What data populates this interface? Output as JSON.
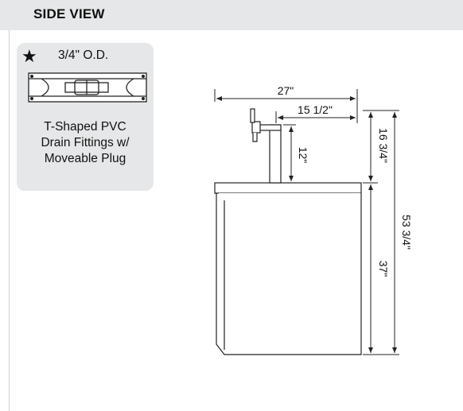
{
  "header": {
    "title": "SIDE VIEW"
  },
  "fitting": {
    "star_icon": "star-icon",
    "diameter_label": "3/4\" O.D.",
    "caption_lines": [
      "T-Shaped PVC",
      "Drain Fittings w/",
      "Moveable Plug"
    ]
  },
  "dimensions": {
    "overall_depth": "27\"",
    "tap_offset": "15 1/2\"",
    "tower_height": "12\"",
    "tower_to_top": "16 3/4\"",
    "cabinet_height": "37\"",
    "overall_height": "53 3/4\""
  },
  "colors": {
    "header_bg": "#e6e7e8",
    "card_bg": "#e6e7e8",
    "line": "#222222"
  }
}
